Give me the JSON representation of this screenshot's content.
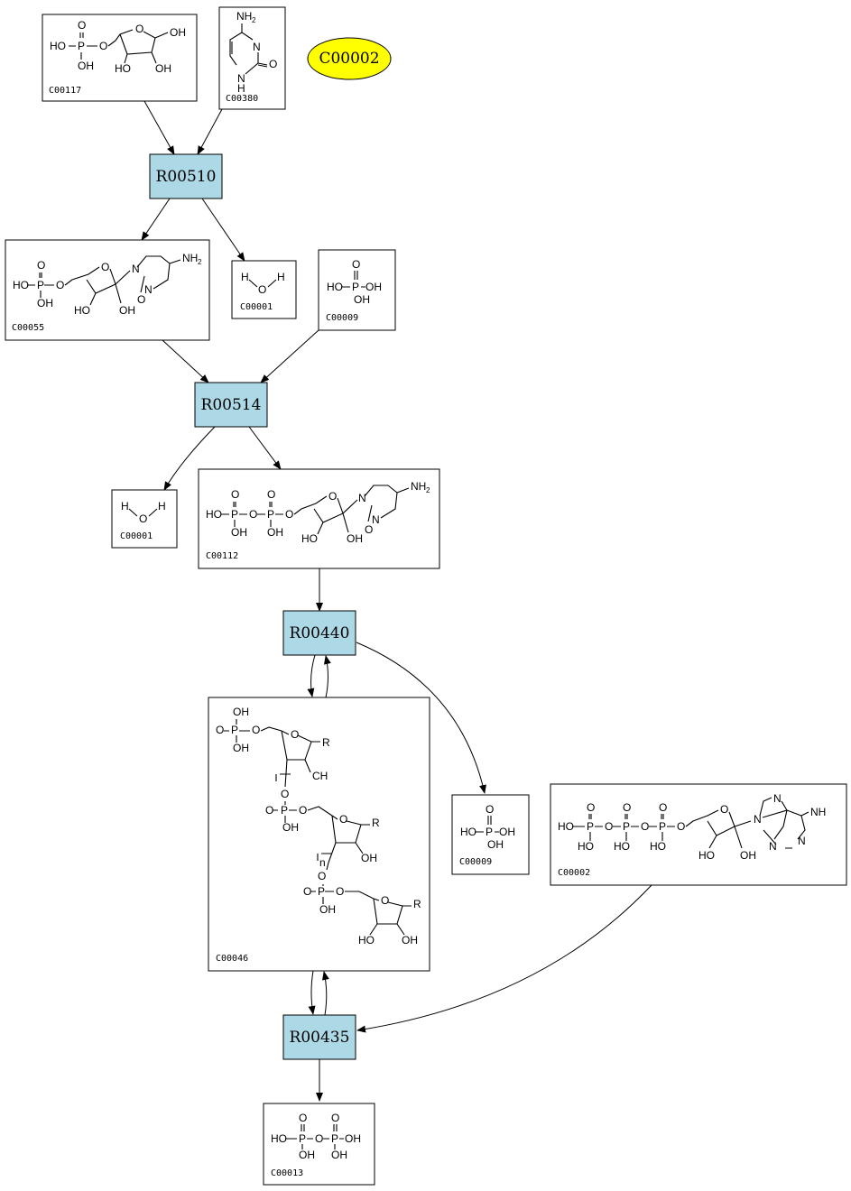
{
  "highlight": {
    "label": "C00002",
    "color": "#ffff00"
  },
  "reactions": [
    {
      "id": "r1",
      "label": "R00510"
    },
    {
      "id": "r2",
      "label": "R00514"
    },
    {
      "id": "r3",
      "label": "R00440"
    },
    {
      "id": "r4",
      "label": "R00435"
    }
  ],
  "reaction_color": "#add8e6",
  "compounds": {
    "c00117": "C00117",
    "c00380": "C00380",
    "c00055": "C00055",
    "c00001a": "C00001",
    "c00009a": "C00009",
    "c00001b": "C00001",
    "c00112": "C00112",
    "c00046": "C00046",
    "c00009b": "C00009",
    "c00002": "C00002",
    "c00013": "C00013"
  },
  "atoms": {
    "ho": "HO",
    "oh": "OH",
    "p": "P",
    "o": "O",
    "n": "N",
    "h": "H",
    "nh2": "NH",
    "two": "2",
    "r": "R",
    "ch": "CH",
    "n_idx": "n"
  }
}
